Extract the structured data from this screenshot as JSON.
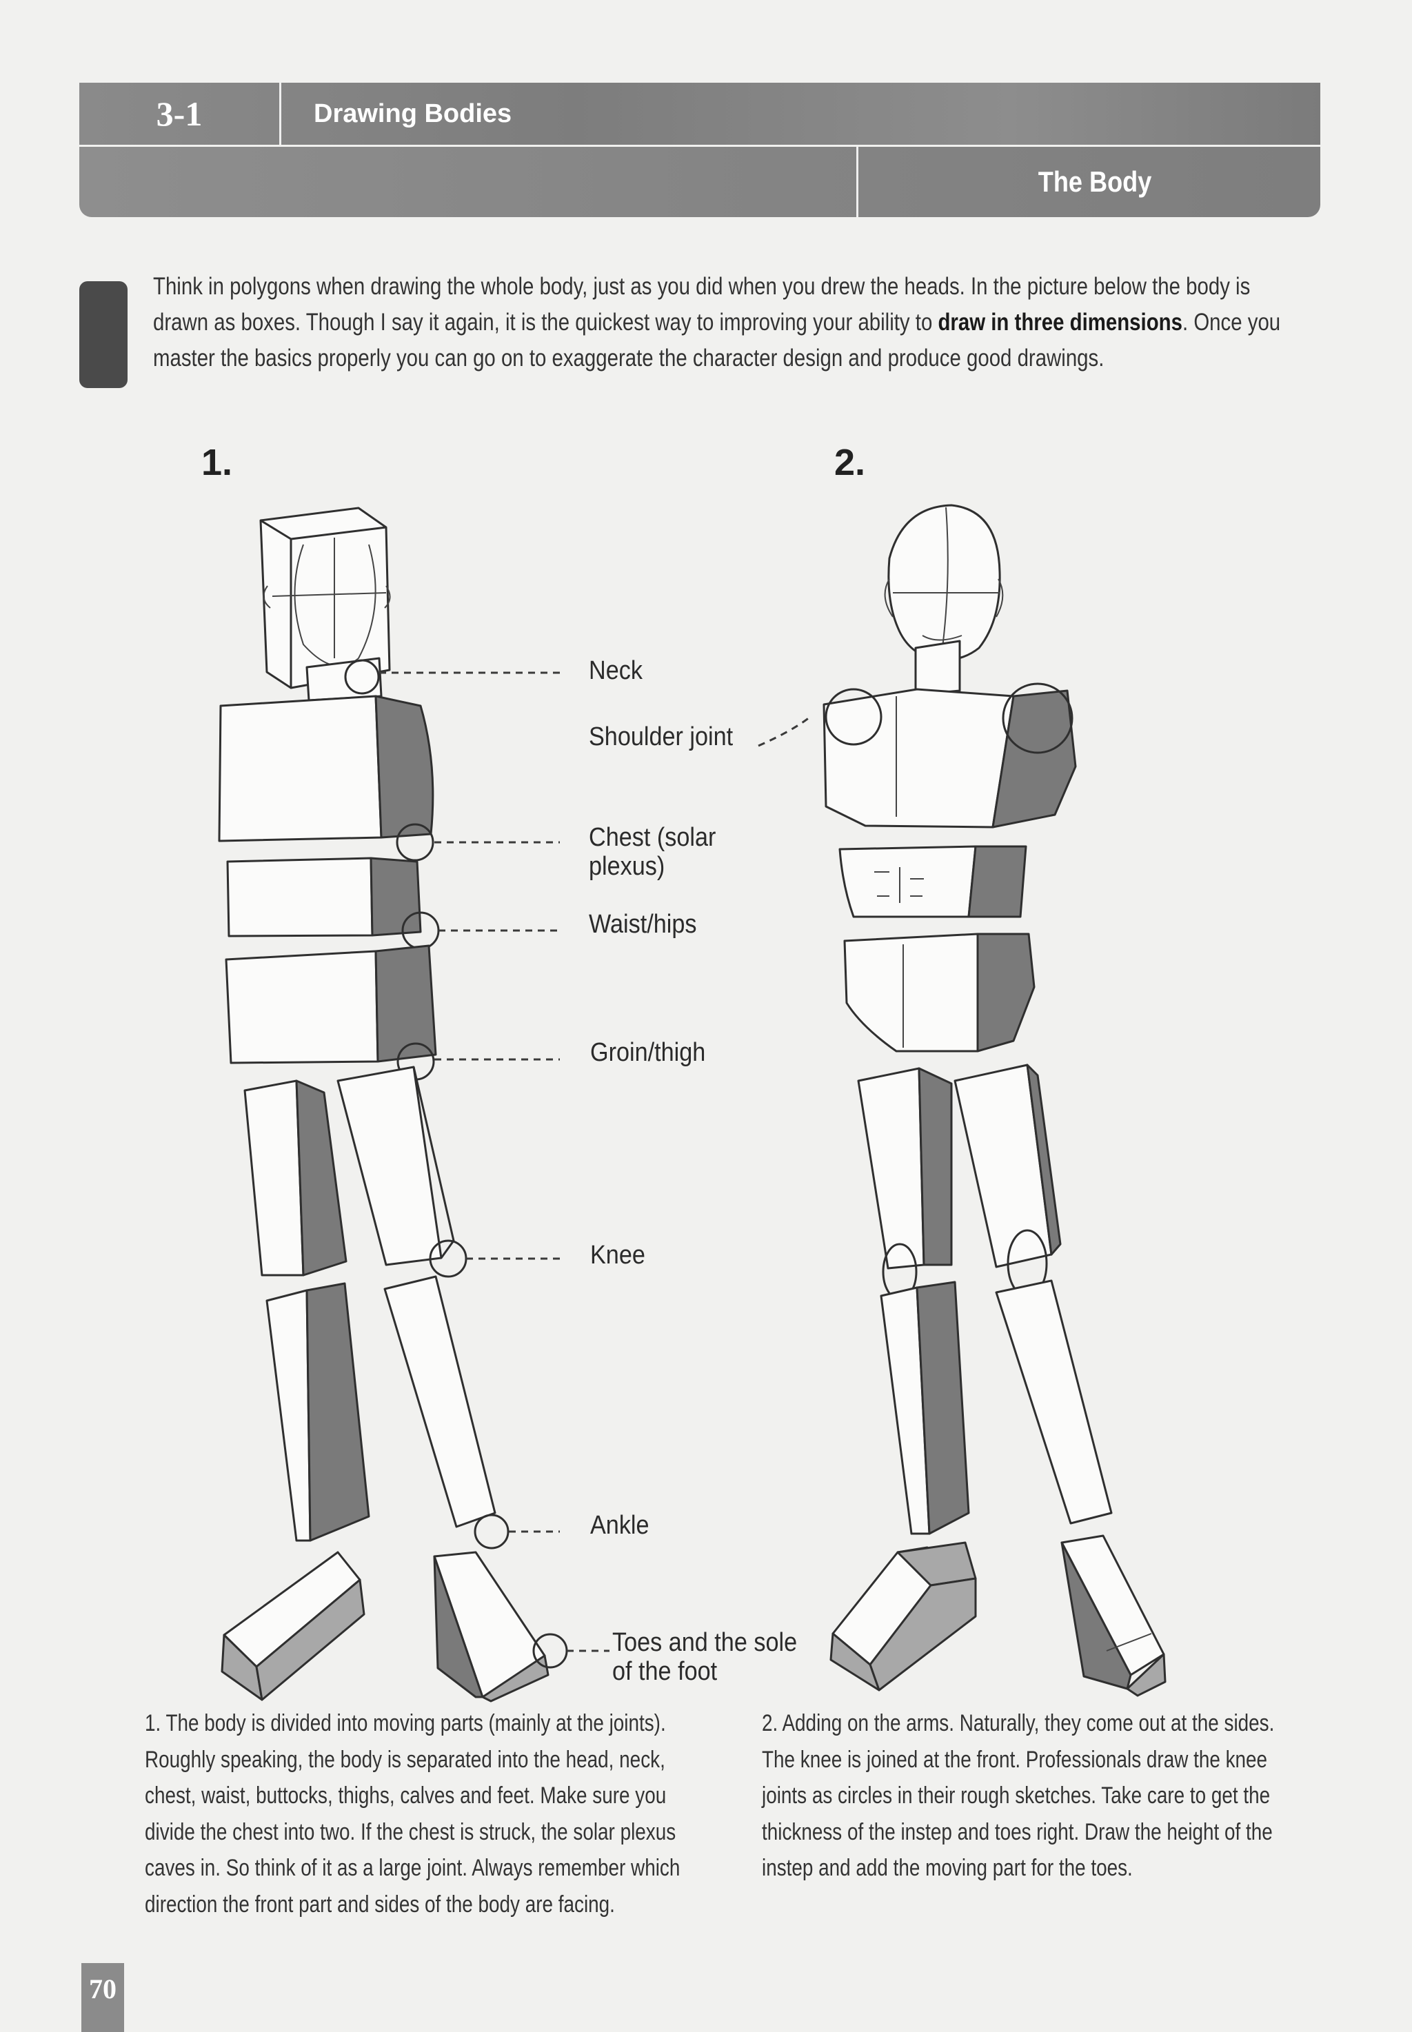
{
  "header": {
    "section_number": "3-1",
    "section_title": "Drawing Bodies",
    "subsection_title": "The Body"
  },
  "intro": {
    "text_before_bold": "Think in polygons when drawing the whole body, just as you did when you drew the heads. In the picture below the body is drawn as boxes. Though I say it again, it is the quickest way to improving your ability to ",
    "bold": "draw in three dimensions",
    "text_after_bold": ". Once you master the basics properly you can go on to exaggerate the character design and produce good drawings."
  },
  "figures": {
    "figure_1_number": "1.",
    "figure_2_number": "2."
  },
  "labels": {
    "neck": "Neck",
    "shoulder_joint": "Shoulder joint",
    "chest": "Chest (solar plexus)",
    "waist": "Waist/hips",
    "groin": "Groin/thigh",
    "knee": "Knee",
    "ankle": "Ankle",
    "toes": "Toes and the sole of the foot"
  },
  "captions": {
    "caption_1": "1. The body is divided into moving parts (mainly at the joints). Roughly speaking, the body is separated into the head, neck, chest, waist, buttocks, thighs, calves and feet. Make sure you divide the chest into two. If the chest is struck, the solar plexus caves in. So think of it as a large joint. Always remember which direction the front part and sides of the body are facing.",
    "caption_2": "2. Adding on the arms. Naturally, they come out at the sides. The knee is joined at the front. Professionals draw the knee joints as circles in their rough sketches. Take care to get the thickness of the instep and toes right. Draw the height of the instep and add the moving part for the toes."
  },
  "page_number": "70"
}
